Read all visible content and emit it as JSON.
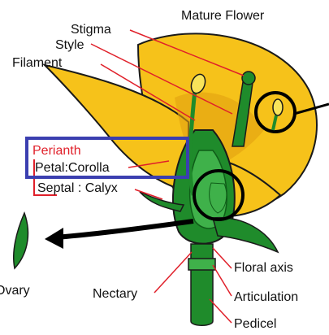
{
  "diagram": {
    "title": "Mature Flower",
    "labels": {
      "stigma": "Stigma",
      "style": "Style",
      "filament": "Filament",
      "perianth": "Perianth",
      "petal": "Petal:Corolla",
      "septal": "Septal : Calyx",
      "ovary": "Ovary",
      "nectary": "Nectary",
      "floral_axis": "Floral axis",
      "articulation": "Articulation",
      "pedicel": "Pedicel"
    }
  },
  "colors": {
    "petal_yellow": "#f6c21a",
    "petal_shade": "#e3a010",
    "green_dark": "#1f8b2b",
    "green_light": "#3fb14a",
    "leader_red": "#e0202a",
    "highlight_box": "#3b3fb0",
    "arrow": "#000000"
  }
}
